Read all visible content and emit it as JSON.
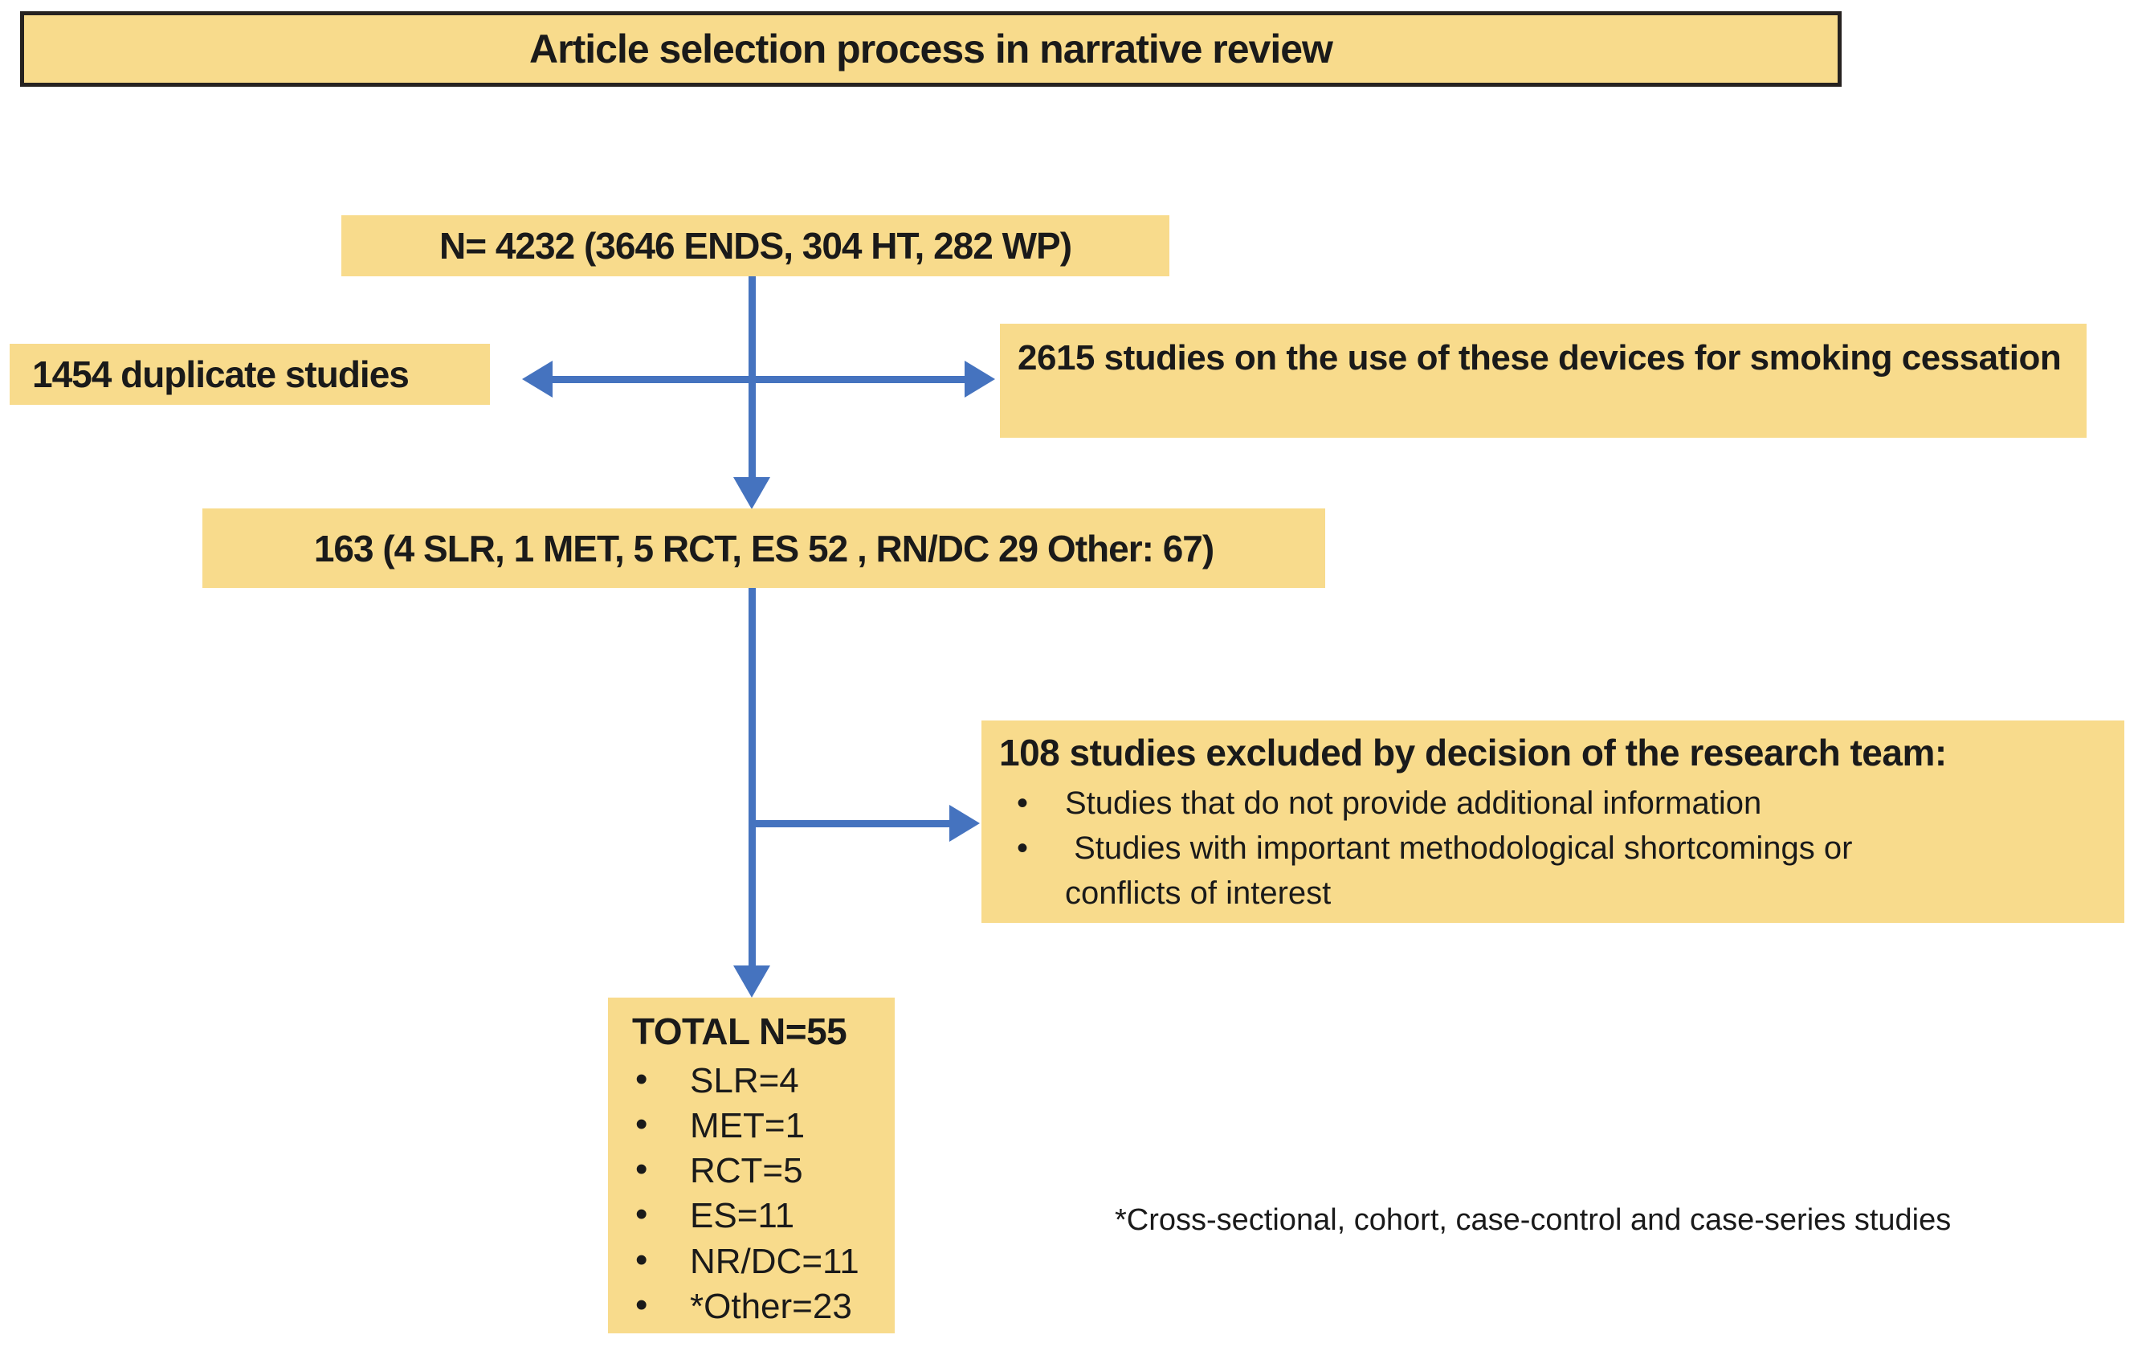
{
  "title": "Article selection process in narrative review",
  "boxes": {
    "initial": {
      "text": "N= 4232 (3646 ENDS, 304 HT, 282 WP)"
    },
    "duplicates": {
      "text": "1454 duplicate studies"
    },
    "smoking_cessation": {
      "text": "2615 studies on the use of these devices for smoking cessation"
    },
    "screened": {
      "text": "163 (4 SLR, 1 MET, 5 RCT, ES 52 , RN/DC 29 Other: 67)"
    },
    "excluded": {
      "header": "108 studies excluded by decision of the research team:",
      "bullets": [
        "Studies that do not provide additional information",
        " Studies with important methodological shortcomings or conflicts of interest"
      ]
    },
    "total": {
      "header": "TOTAL N=55",
      "bullets": [
        "SLR=4",
        "MET=1",
        "RCT=5",
        "ES=11",
        "NR/DC=11",
        "*Other=23"
      ]
    }
  },
  "footnote": "*Cross-sectional, cohort, case-control and case-series studies",
  "colors": {
    "box_fill": "#F8DB8C",
    "arrow_blue": "#4573BF",
    "title_border": "#262220",
    "text": "#1A1A1A"
  }
}
